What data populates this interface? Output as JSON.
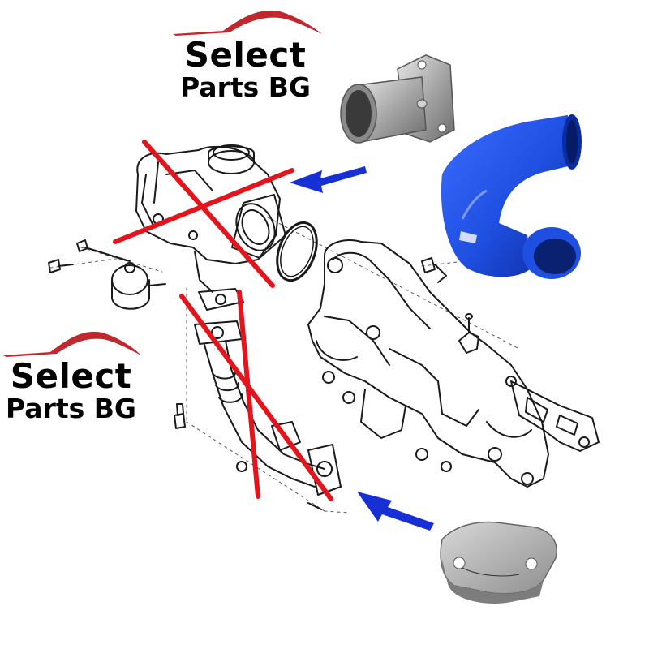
{
  "logos": {
    "top": {
      "line1": "Select",
      "line2": "Parts BG"
    },
    "left": {
      "line1": "Select",
      "line2": "Parts BG"
    }
  },
  "colors": {
    "cross_out": "#e3141b",
    "arrow": "#1630d6",
    "hose": "#1f4fe0",
    "hose_dark": "#0a2a9c",
    "line_art": "#1a1a1a",
    "logo_roof": "#c0282e",
    "metal": "#b7b7b7"
  },
  "icons": [
    "exhaust-manifold-icon",
    "egr-valve-icon",
    "egr-pipe-icon",
    "o-ring-icon",
    "gasket-icon",
    "bolt-icon",
    "egr-bypass-pipe-icon",
    "blue-silicone-hose-icon",
    "egr-blanking-plate-icon",
    "arrow-icon",
    "cross-out-icon"
  ]
}
